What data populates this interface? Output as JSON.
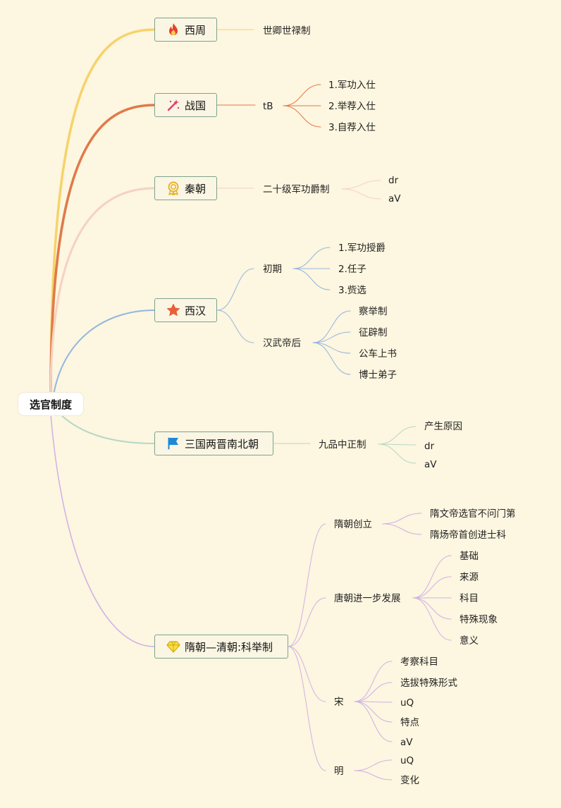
{
  "root": {
    "label": "选官制度"
  },
  "topics": [
    {
      "id": "xizhou",
      "label": "西周",
      "icon": "fire-icon",
      "color": "#f6d36a"
    },
    {
      "id": "zhanguo",
      "label": "战国",
      "icon": "magic-wand-icon",
      "color": "#e07a4a"
    },
    {
      "id": "qin",
      "label": "秦朝",
      "icon": "medal-icon",
      "color": "#f4d2c2"
    },
    {
      "id": "xihan",
      "label": "西汉",
      "icon": "star-icon",
      "color": "#93b6e0"
    },
    {
      "id": "sanguo",
      "label": "三国两晋南北朝",
      "icon": "flag-icon",
      "color": "#b6d8c4"
    },
    {
      "id": "suiqing",
      "label": "隋朝—清朝:科举制",
      "icon": "diamond-icon",
      "color": "#d0b0e6"
    }
  ],
  "nodes": {
    "xizhou_1": "世卿世禄制",
    "zhanguo_1": "tB",
    "zhanguo_1_1": "1.军功入仕",
    "zhanguo_1_2": "2.举荐入仕",
    "zhanguo_1_3": "3.自荐入仕",
    "qin_1": "二十级军功爵制",
    "qin_1_1": "dr",
    "qin_1_2": "aV",
    "xihan_1": "初期",
    "xihan_1_1": "1.军功授爵",
    "xihan_1_2": "2.任子",
    "xihan_1_3": "3.赀选",
    "xihan_2": "汉武帝后",
    "xihan_2_1": "察举制",
    "xihan_2_2": "征辟制",
    "xihan_2_3": "公车上书",
    "xihan_2_4": "博士弟子",
    "sanguo_1": "九品中正制",
    "sanguo_1_1": "产生原因",
    "sanguo_1_2": "dr",
    "sanguo_1_3": "aV",
    "sui_1": "隋朝创立",
    "sui_1_1": "隋文帝选官不问门第",
    "sui_1_2": "隋炀帝首创进士科",
    "sui_2": "唐朝进一步发展",
    "sui_2_1": "基础",
    "sui_2_2": "来源",
    "sui_2_3": "科目",
    "sui_2_4": "特殊现象",
    "sui_2_5": "意义",
    "sui_3": "宋",
    "sui_3_1": "考察科目",
    "sui_3_2": "选拔特殊形式",
    "sui_3_3": "uQ",
    "sui_3_4": "特点",
    "sui_3_5": "aV",
    "sui_4": "明",
    "sui_4_1": "uQ",
    "sui_4_2": "变化"
  }
}
